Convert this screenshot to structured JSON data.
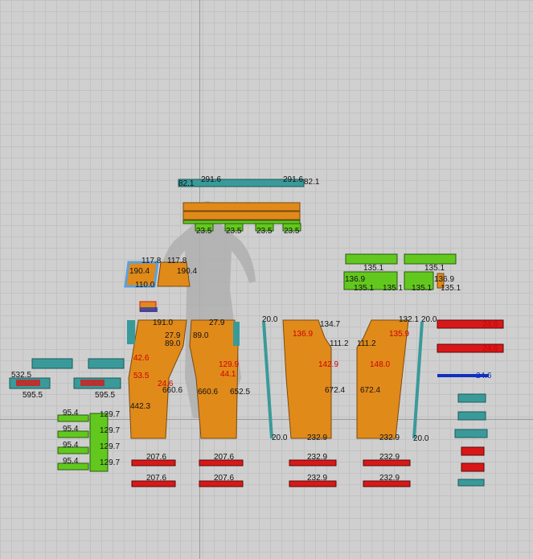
{
  "colors": {
    "background": "#cfcfcf",
    "grid": "#c2c2c2",
    "axis": "#9a9a9a",
    "piece_orange": "#e08a1a",
    "piece_teal": "#3a9a9a",
    "piece_green": "#62c81e",
    "piece_red": "#d81818",
    "selected_outline": "#5aa0e0",
    "avatar": "#b0b0b0"
  },
  "labels": {
    "waistband_left": "82.1",
    "waistband_mid_left": "291.6",
    "waistband_mid_right": "291.6",
    "waistband_right": "82.1",
    "small_1": "23.5",
    "small_2": "23.5",
    "small_3": "23.5",
    "small_4": "23.5",
    "yoke_top_left": "117.8",
    "yoke_top_right": "117.8",
    "yoke_left": "190.4",
    "yoke_right": "190.4",
    "yoke_bottom": "110.0",
    "right_top_1": "135.1",
    "right_top_2": "135.1",
    "right_mid_1": "136.9",
    "right_mid_2": "136.9",
    "right_bot_1": "135.1",
    "right_bot_2": "135.1",
    "right_bot_3": "135.1",
    "right_bot_4": "135.1",
    "back_left_top": "191.0",
    "back_left_len": "442.3",
    "back_left_side": "660.6",
    "back_right_side": "660.6",
    "back_right_len": "652.5",
    "back_hem_l": "207.6",
    "back_hem_r": "207.6",
    "back_top_l": "27.9",
    "back_top_r": "27.9",
    "back_waist_l": "89.0",
    "back_waist_r": "89.0",
    "front_top_l": "134.7",
    "front_top_r": "132.1",
    "front_mid_l": "111.2",
    "front_mid_r": "111.2",
    "front_len_l": "672.4",
    "front_len_r": "672.4",
    "front_hem_l": "232.9",
    "front_hem_r": "232.9",
    "front_red_1": "136.9",
    "front_red_2": "135.9",
    "front_red_3": "148.0",
    "front_red_4": "142.9",
    "strip_top_l": "20.0",
    "strip_top_r": "20.0",
    "strip_bot_l": "20.0",
    "strip_bot_r": "20.0",
    "pocket_left_1": "532.5",
    "pocket_left_2": "595.5",
    "pocket_left_3": "595.5",
    "green_small_1": "95.4",
    "green_small_2": "95.4",
    "green_small_3": "95.4",
    "green_small_4": "95.4",
    "green_val_1": "129.7",
    "green_val_2": "129.7",
    "green_val_3": "129.7",
    "green_val_4": "129.7",
    "red_back_1": "42.6",
    "red_back_2": "53.5",
    "red_back_3": "24.6",
    "red_back_4": "129.9",
    "red_back_5": "44.1",
    "hem_strip_1": "207.6",
    "hem_strip_2": "207.6",
    "hem_strip_3": "207.6",
    "hem_strip_4": "207.6",
    "hem_strip_5": "232.9",
    "hem_strip_6": "232.9",
    "hem_strip_7": "232.9",
    "hem_strip_8": "232.9",
    "right_red_1": "24.6",
    "right_red_2": "24.6",
    "right_blue": "24.6"
  }
}
